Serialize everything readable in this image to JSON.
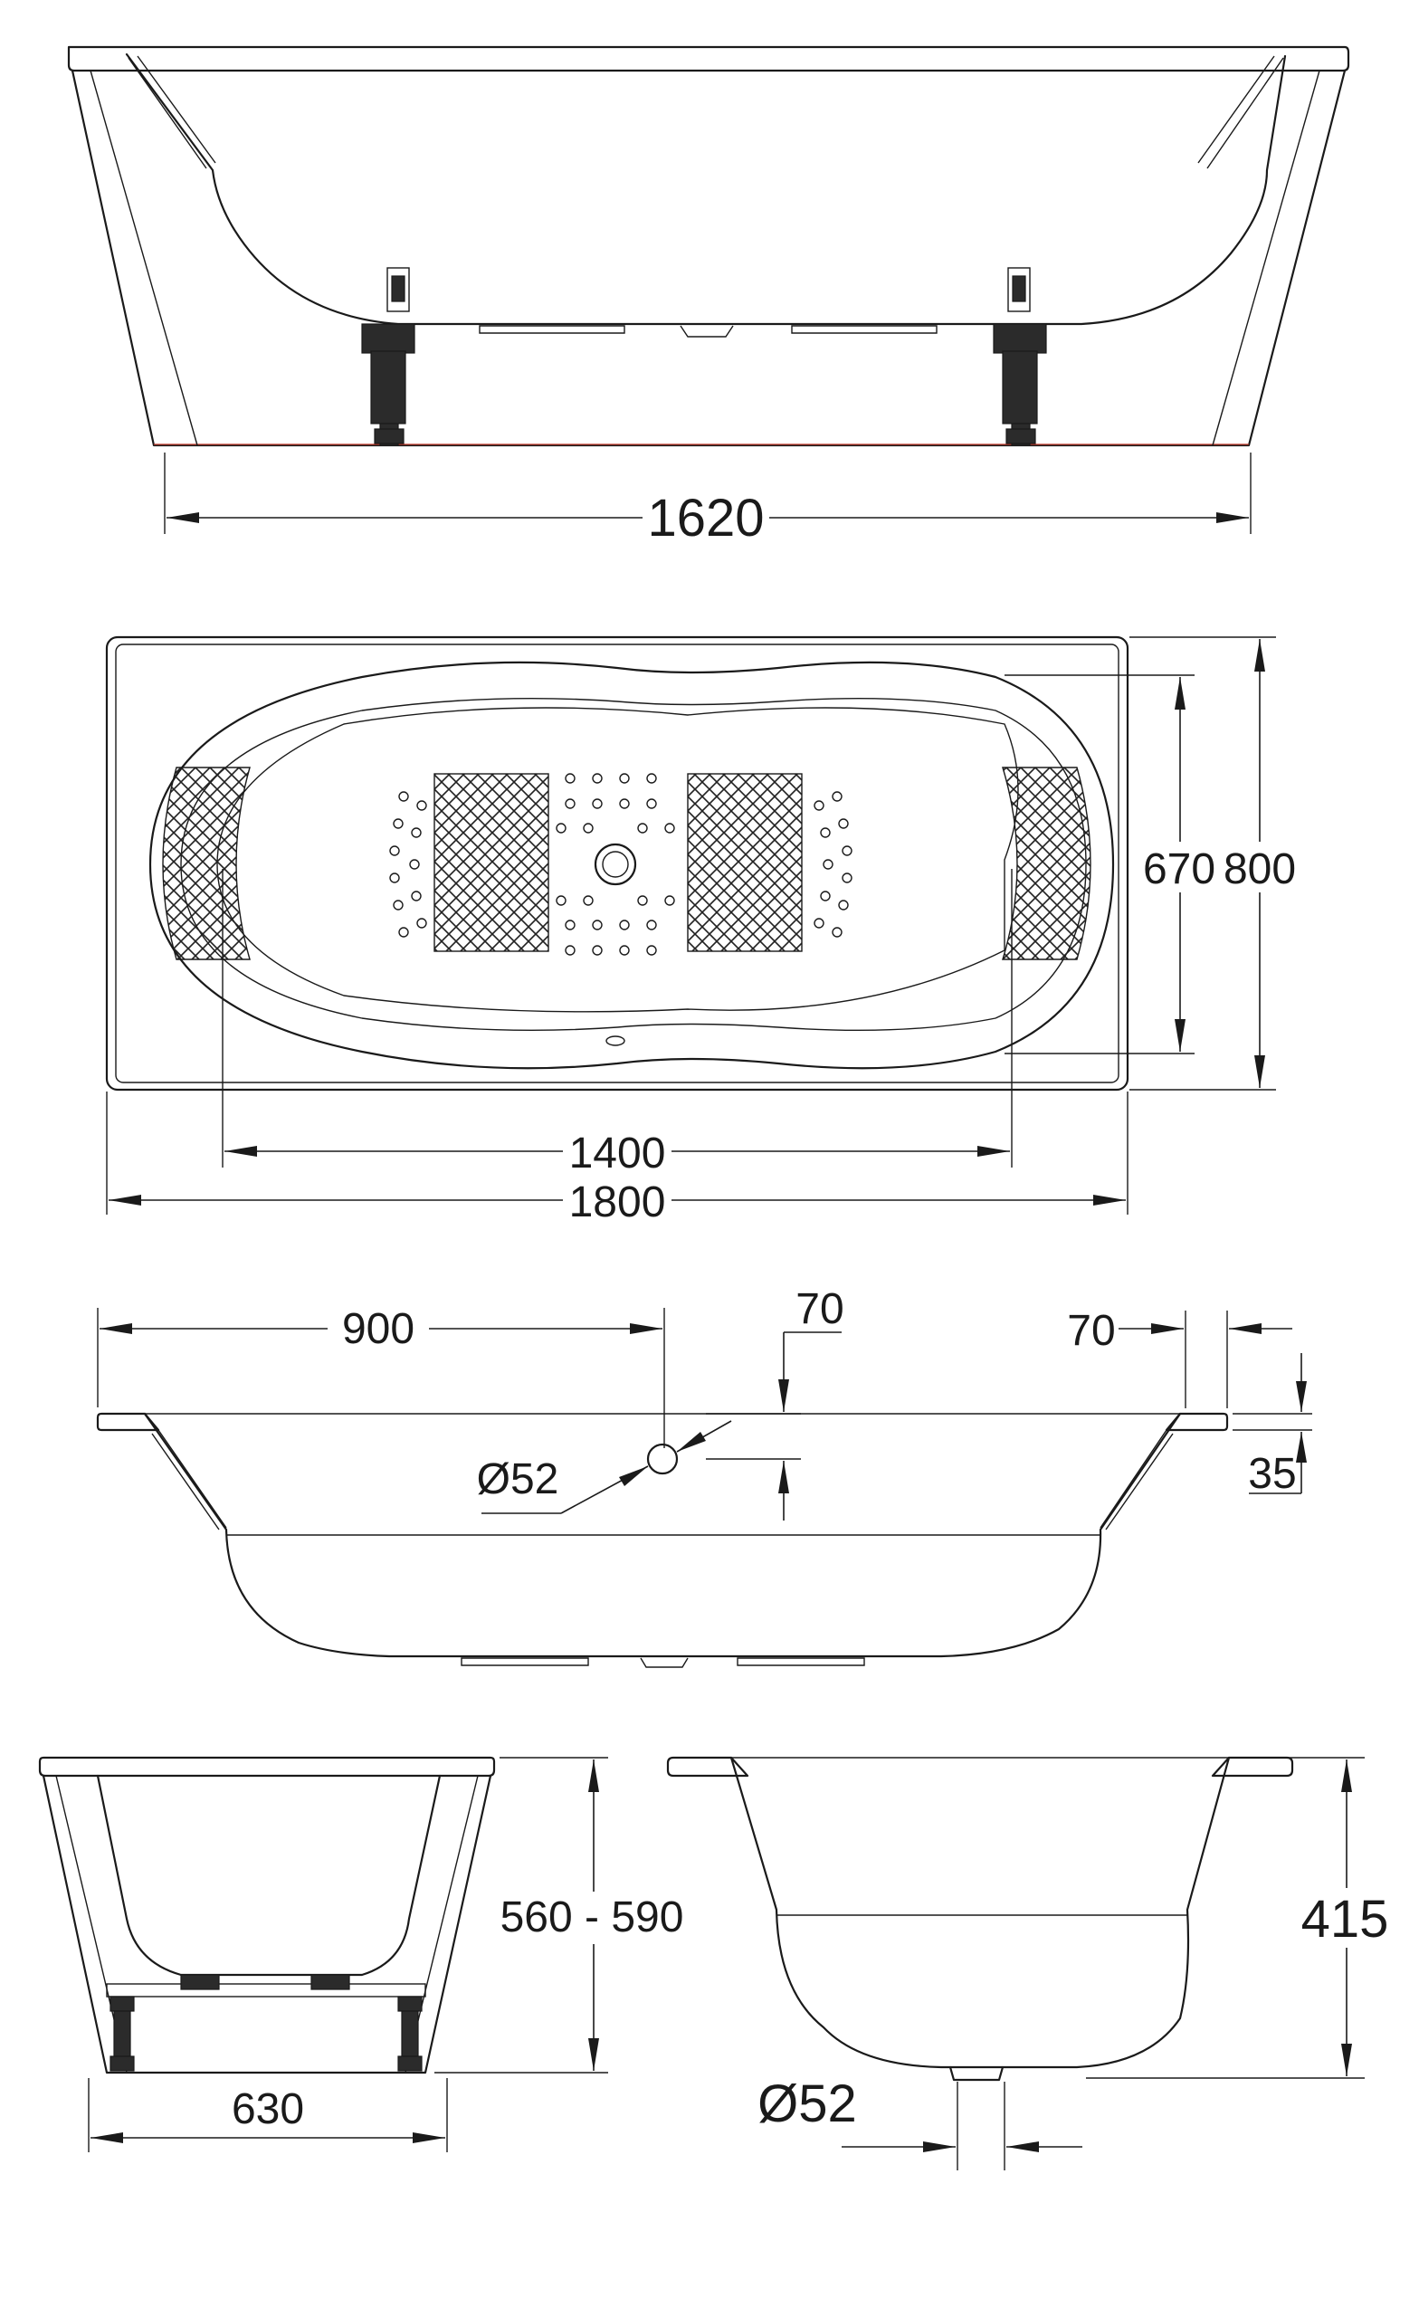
{
  "drawing": {
    "dimensions": {
      "front_length": "1620",
      "top_width_inner": "670",
      "top_width_outer": "800",
      "top_length_inner": "1400",
      "top_length_outer": "1800",
      "section_half_length": "900",
      "overflow_height": "70",
      "rim_width": "70",
      "rim_thickness": "35",
      "overflow_diameter": "Ø52",
      "side_height": "560 - 590",
      "side_width": "630",
      "depth": "415",
      "drain_diameter": "Ø52"
    }
  }
}
